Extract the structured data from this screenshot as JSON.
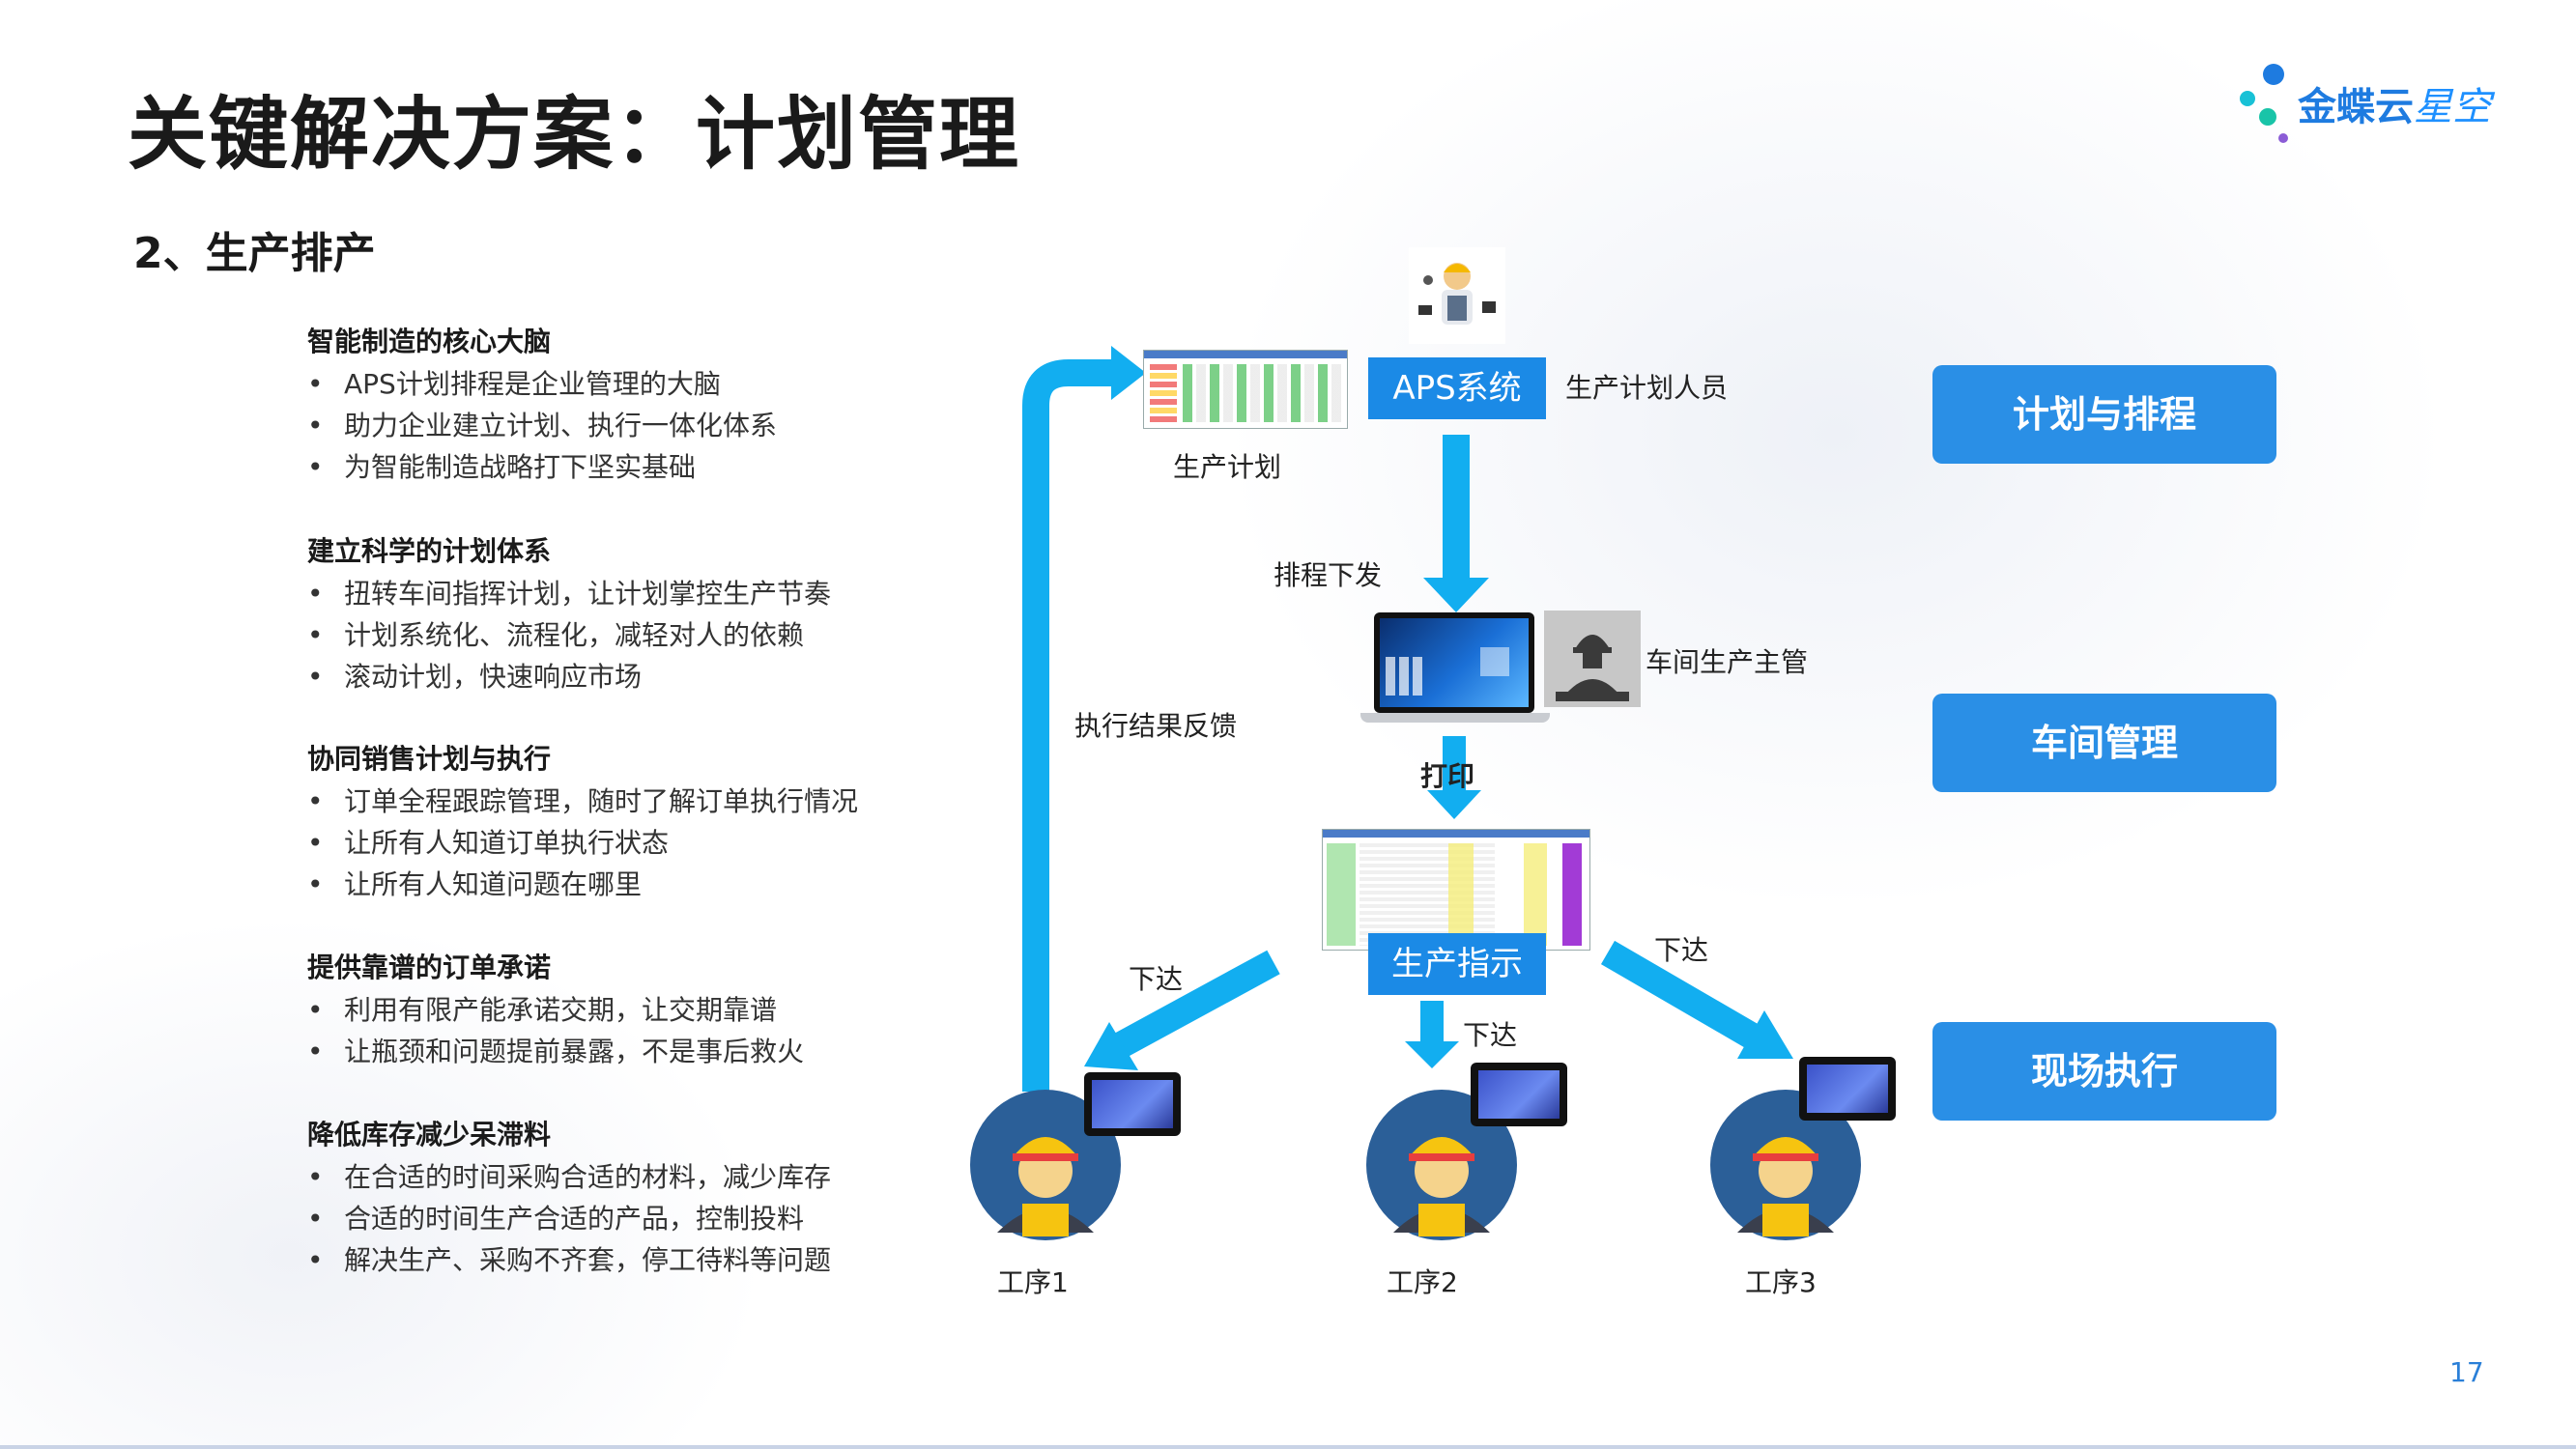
{
  "header": {
    "title": "关键解决方案：计划管理",
    "subtitle": "2、生产排产",
    "logo_main": "金蝶云",
    "logo_sub": "星空",
    "page_number": "17"
  },
  "sections": [
    {
      "title": "智能制造的核心大脑",
      "items": [
        "APS计划排程是企业管理的大脑",
        "助力企业建立计划、执行一体化体系",
        "为智能制造战略打下坚实基础"
      ]
    },
    {
      "title": "建立科学的计划体系",
      "items": [
        "扭转车间指挥计划，让计划掌控生产节奏",
        "计划系统化、流程化，减轻对人的依赖",
        "滚动计划，快速响应市场"
      ]
    },
    {
      "title": "协同销售计划与执行",
      "items": [
        "订单全程跟踪管理，随时了解订单执行情况",
        "让所有人知道订单执行状态",
        "让所有人知道问题在哪里"
      ]
    },
    {
      "title": "提供靠谱的订单承诺",
      "items": [
        "利用有限产能承诺交期，让交期靠谱",
        "让瓶颈和问题提前暴露，不是事后救火"
      ]
    },
    {
      "title": "降低库存减少呆滞料",
      "items": [
        "在合适的时间采购合适的材料，减少库存",
        "合适的时间生产合适的产品，控制投料",
        "解决生产、采购不齐套，停工待料等问题"
      ]
    }
  ],
  "diagram": {
    "aps_system": "APS系统",
    "planner": "生产计划人员",
    "production_plan": "生产计划",
    "dispatch": "排程下发",
    "workshop_manager": "车间生产主管",
    "feedback": "执行结果反馈",
    "print": "打印",
    "instruction": "生产指示",
    "issue_left": "下达",
    "issue_mid": "下达",
    "issue_right": "下达",
    "process1": "工序1",
    "process2": "工序2",
    "process3": "工序3"
  },
  "stages": {
    "plan": "计划与排程",
    "workshop": "车间管理",
    "execution": "现场执行"
  },
  "colors": {
    "arrow": "#12aef0",
    "stage_button": "#2a8fe6",
    "label_box": "#1b8ae6"
  }
}
